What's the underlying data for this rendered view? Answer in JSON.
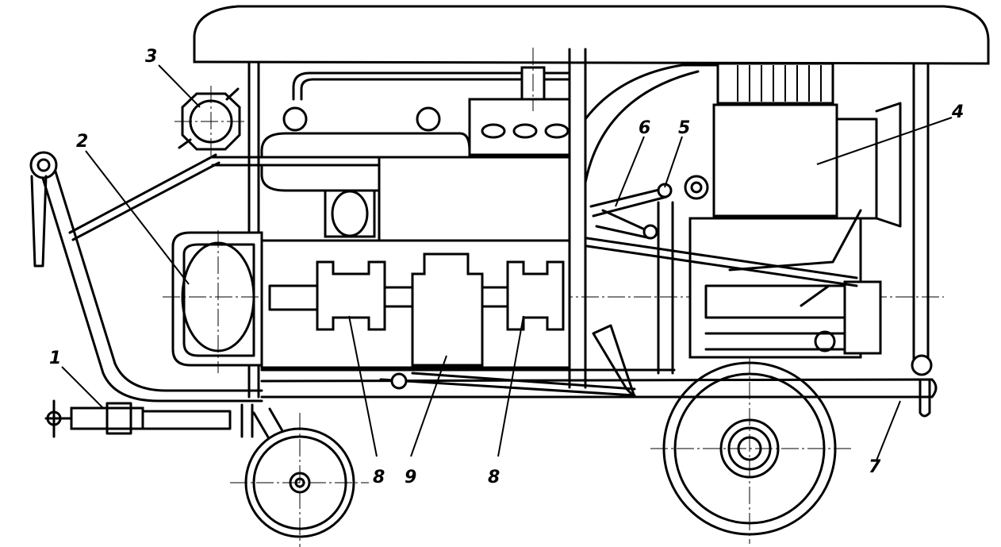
{
  "figure": {
    "callouts": [
      {
        "id": "c1",
        "label": "1"
      },
      {
        "id": "c2",
        "label": "2"
      },
      {
        "id": "c3",
        "label": "3"
      },
      {
        "id": "c4",
        "label": "4"
      },
      {
        "id": "c5",
        "label": "5"
      },
      {
        "id": "c6",
        "label": "6"
      },
      {
        "id": "c7",
        "label": "7"
      },
      {
        "id": "c8a",
        "label": "8"
      },
      {
        "id": "c9",
        "label": "9"
      },
      {
        "id": "c8b",
        "label": "8"
      }
    ]
  }
}
